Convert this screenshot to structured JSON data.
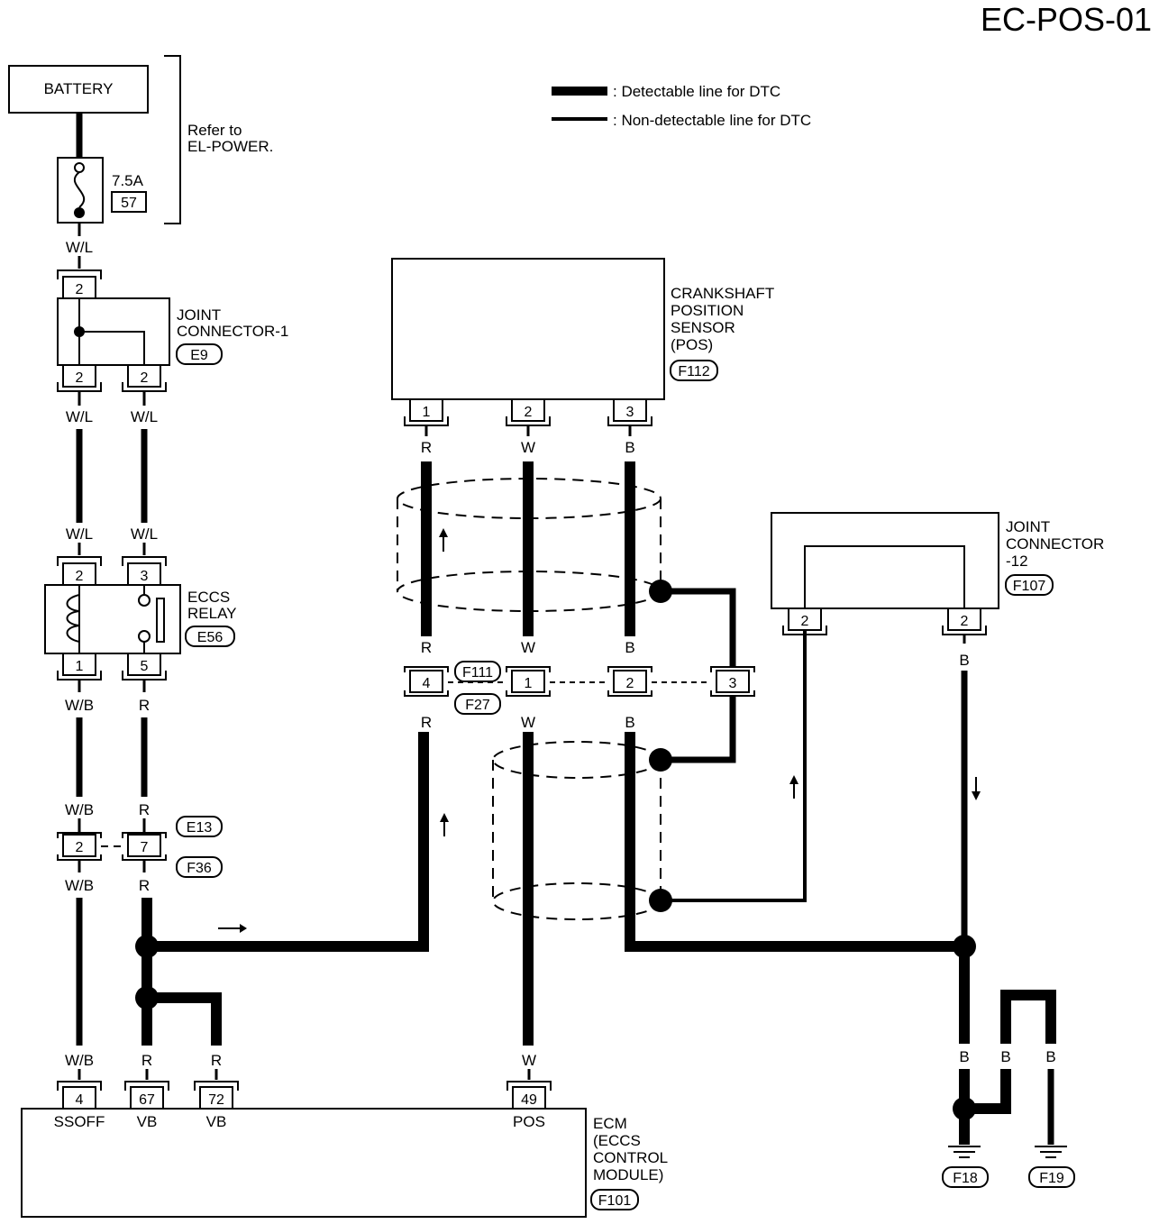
{
  "header": {
    "page_code": "EC-POS-01"
  },
  "legend": {
    "detectable": ": Detectable line for DTC",
    "non_detectable": ": Non-detectable line for DTC"
  },
  "battery": {
    "label": "BATTERY"
  },
  "power_ref": {
    "line1": "Refer to",
    "line2": "EL-POWER."
  },
  "fuse": {
    "rating": "7.5A",
    "number": "57"
  },
  "joint_connector_1": {
    "line1": "JOINT",
    "line2": "CONNECTOR-1",
    "connector": "E9",
    "pin_top": "2",
    "pin_left": "2",
    "pin_right": "2"
  },
  "eccs_relay": {
    "line1": "ECCS",
    "line2": "RELAY",
    "connector": "E56",
    "pins": [
      "2",
      "3",
      "1",
      "5"
    ]
  },
  "crank_sensor": {
    "line1": "CRANKSHAFT",
    "line2": "POSITION",
    "line3": "SENSOR",
    "line4": "(POS)",
    "connector": "F112",
    "pins": [
      "1",
      "2",
      "3"
    ]
  },
  "joint_connector_12": {
    "line1": "JOINT",
    "line2": "CONNECTOR",
    "line3": "-12",
    "connector": "F107",
    "pins": [
      "2",
      "2"
    ]
  },
  "harness_connector_mid": {
    "pins": [
      "4",
      "1",
      "2",
      "3"
    ],
    "connector_top": "F111",
    "connector_bottom": "F27"
  },
  "harness_connector_left": {
    "pins": [
      "2",
      "7"
    ],
    "connector_top": "E13",
    "connector_bottom": "F36"
  },
  "ecm": {
    "line1": "ECM",
    "line2": "(ECCS",
    "line3": "CONTROL",
    "line4": "MODULE)",
    "connector": "F101",
    "pins": [
      "4",
      "67",
      "72",
      "49"
    ],
    "terminals": [
      "SSOFF",
      "VB",
      "VB",
      "POS"
    ]
  },
  "grounds": [
    "F18",
    "F19"
  ],
  "wire_colors": {
    "wl": "W/L",
    "wb": "W/B",
    "r": "R",
    "w": "W",
    "b": "B"
  }
}
